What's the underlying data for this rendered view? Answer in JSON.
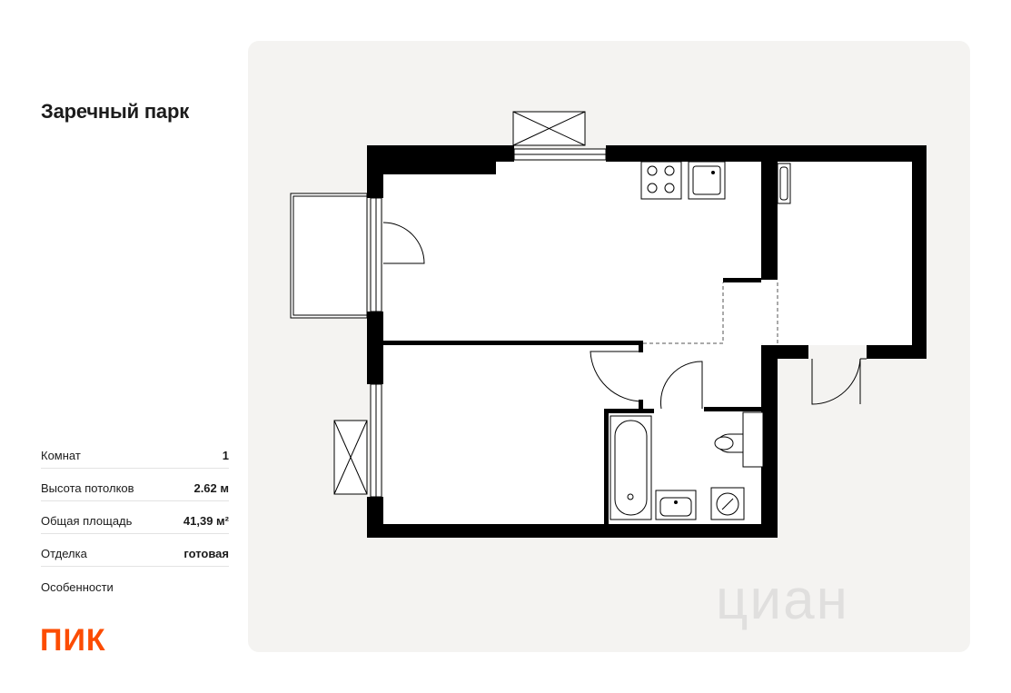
{
  "project": {
    "title": "Заречный парк"
  },
  "specs": [
    {
      "label": "Комнат",
      "value": "1"
    },
    {
      "label": "Высота потолков",
      "value": "2.62 м"
    },
    {
      "label": "Общая площадь",
      "value": "41,39 м²"
    },
    {
      "label": "Отделка",
      "value": "готовая"
    },
    {
      "label": "Особенности",
      "value": ""
    }
  ],
  "brand": {
    "logo_text": "ПИК",
    "color": "#fc4c02"
  },
  "watermark": {
    "text": "циан"
  },
  "colors": {
    "panel_bg": "#f4f3f1",
    "wall": "#000000",
    "room_fill": "#ffffff"
  }
}
